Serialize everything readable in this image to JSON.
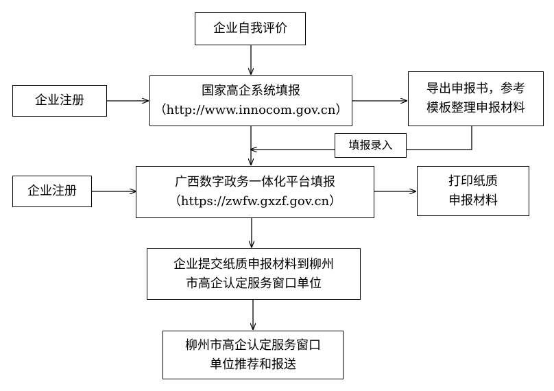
{
  "nodes": {
    "self_eval": {
      "lines": [
        "企业自我评价"
      ]
    },
    "register_1": {
      "lines": [
        "企业注册"
      ]
    },
    "national_platform": {
      "lines": [
        "国家高企系统填报",
        "（http://www.innocom.gov.cn）"
      ]
    },
    "export_docs": {
      "lines": [
        "导出申报书，参考",
        "模板整理申报材料"
      ]
    },
    "fill_entry": {
      "lines": [
        "填报录入"
      ]
    },
    "register_2": {
      "lines": [
        "企业注册"
      ]
    },
    "gx_platform": {
      "lines": [
        "广西数字政务一体化平台填报",
        "（https://zwfw.gxzf.gov.cn）"
      ]
    },
    "print_paper": {
      "lines": [
        "打印纸质",
        "申报材料"
      ]
    },
    "submit_paper": {
      "lines": [
        "企业提交纸质申报材料到柳州",
        "市高企认定服务窗口单位"
      ]
    },
    "recommend": {
      "lines": [
        "柳州市高企认定服务窗口",
        "单位推荐和报送"
      ]
    }
  }
}
